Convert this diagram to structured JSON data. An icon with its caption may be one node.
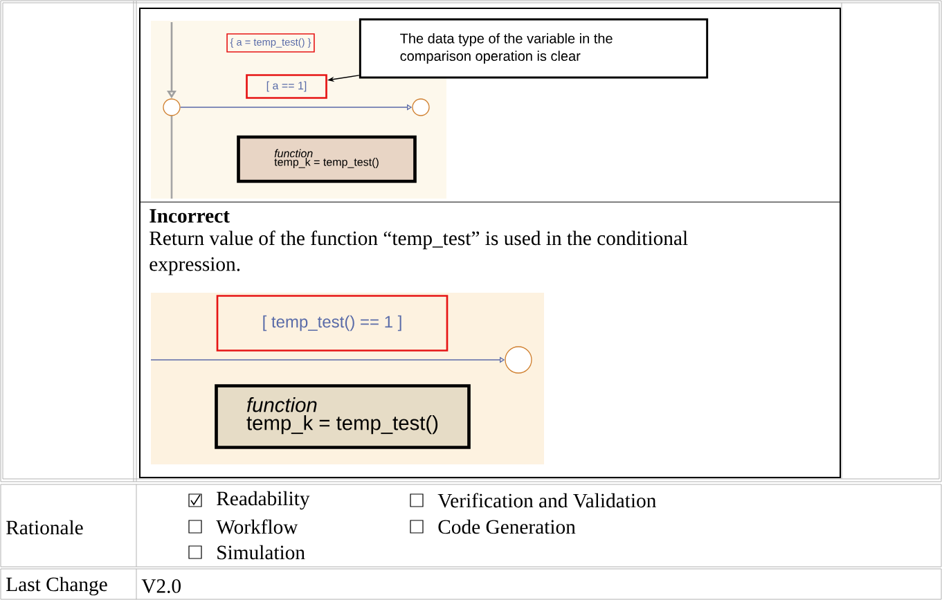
{
  "diagram": {
    "nodes": [
      {
        "text": [
          "The data type of the variable in the comparison operation is clear"
        ]
      },
      {
        "text": [
          "{ a = temp_test() }"
        ]
      },
      {
        "text": [
          "[ a == 1]"
        ]
      },
      {
        "text": [],
        "shape": "circle"
      },
      {
        "text": [],
        "shape": "circle"
      },
      {
        "text": [
          "function",
          "temp_k = temp_test()"
        ]
      },
      {
        "text": [
          "[ temp_test() == 1 ]"
        ]
      },
      {
        "text": [],
        "shape": "circle"
      },
      {
        "text": [
          "function",
          "temp_k = temp_test()"
        ]
      }
    ],
    "edges": [
      {
        "from": 0,
        "to": 2,
        "arrow": "to",
        "color": "#000000"
      },
      {
        "from": 3,
        "to": 4,
        "arrow": "to"
      },
      {
        "from": null,
        "to": 3,
        "arrow": "to",
        "color": "#a0a0a0"
      },
      {
        "from": null,
        "to": 7,
        "arrow": "to"
      }
    ],
    "labels": [
      "Incorrect",
      "Return value of the function “temp_test” is used in the conditional expression.",
      "Rationale",
      "Readability",
      "Verification and Validation",
      "Workflow",
      "Code Generation",
      "Simulation",
      "Last Change",
      "V2.0"
    ]
  }
}
